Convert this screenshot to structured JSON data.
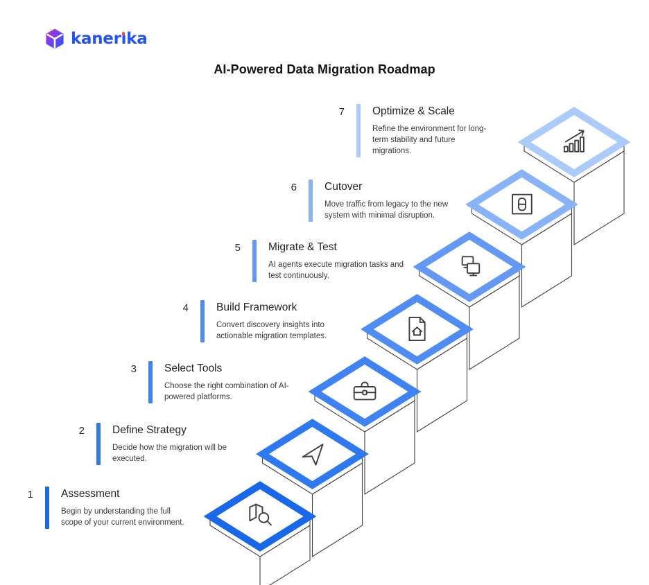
{
  "page": {
    "title": "AI-Powered Data Migration Roadmap",
    "background": "#ffffff"
  },
  "logo": {
    "brand": "kanerika",
    "text_color": "#2553f0",
    "dot_color": "#f0483c",
    "icon": "kanerika-cube-icon",
    "gradient": [
      "#d6309a",
      "#7b3cf0",
      "#2356f5"
    ]
  },
  "diagram": {
    "outline_color": "#3f3f3f",
    "icon_color": "#3f3f3f",
    "diamond_fill": "#ffffff"
  },
  "steps": [
    {
      "number": "1",
      "title": "Assessment",
      "description": "Begin by understanding the full scope of your current environment.",
      "color": "#1968ea",
      "icon": "map-search-icon"
    },
    {
      "number": "2",
      "title": "Define Strategy",
      "description": "Decide how the migration will be executed.",
      "color": "#2e78f0",
      "icon": "navigation-arrow-icon"
    },
    {
      "number": "3",
      "title": "Select Tools",
      "description": "Choose the right combination of AI-powered platforms.",
      "color": "#3f83f2",
      "icon": "briefcase-icon"
    },
    {
      "number": "4",
      "title": "Build Framework",
      "description": "Convert discovery insights into actionable migration templates.",
      "color": "#4f8cf4",
      "icon": "document-home-icon"
    },
    {
      "number": "5",
      "title": "Migrate & Test",
      "description": "AI agents execute migration tasks and test continuously.",
      "color": "#6398f5",
      "icon": "monitors-icon"
    },
    {
      "number": "6",
      "title": "Cutover",
      "description": "Move traffic from legacy to the new system with minimal disruption.",
      "color": "#88b3f8",
      "icon": "switch-icon"
    },
    {
      "number": "7",
      "title": "Optimize & Scale",
      "description": "Refine the environment for long-term stability and future migrations.",
      "color": "#abcbfa",
      "icon": "growth-chart-icon"
    }
  ]
}
